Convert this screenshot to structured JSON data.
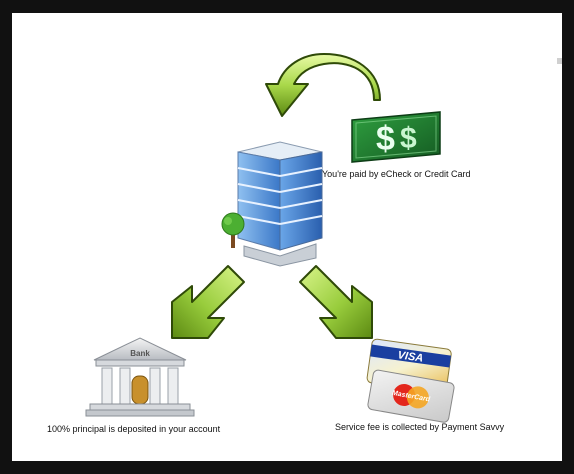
{
  "captions": {
    "payment": "You're paid by eCheck or Credit Card",
    "principal": "100% principal is deposited in your account",
    "fee": "Service fee is collected by Payment Savvy"
  },
  "labels": {
    "bank_sign": "Bank",
    "card_top": "VISA",
    "card_bottom": "MasterCard"
  },
  "icons": [
    "curved-return-arrow-icon",
    "dollar-bill-icon",
    "office-building-icon",
    "tree-icon",
    "down-left-arrow-icon",
    "down-right-arrow-icon",
    "bank-icon",
    "credit-cards-icon"
  ],
  "colors": {
    "arrow_light": "#c9ec6a",
    "arrow_dark": "#5c8a12",
    "bill": "#1f7a2e",
    "building_glass": "#4f8fd8",
    "frame": "#111111"
  }
}
